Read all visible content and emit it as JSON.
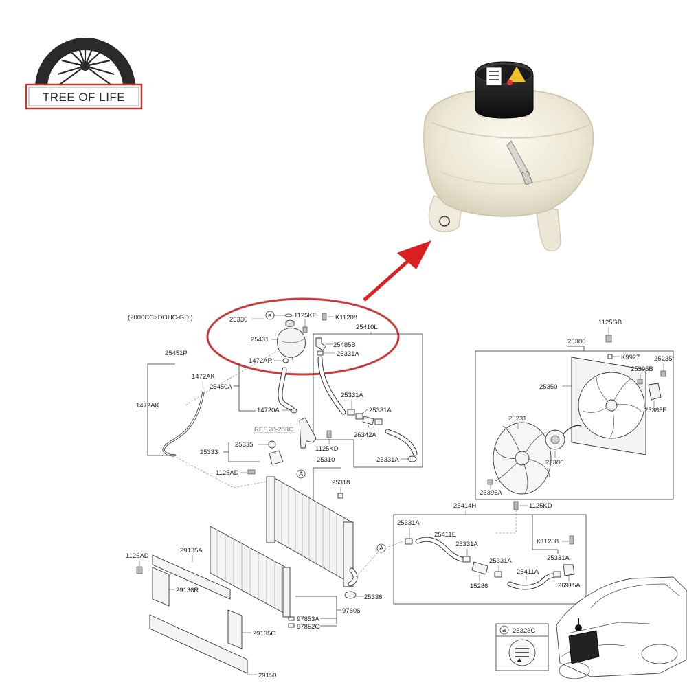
{
  "logo": {
    "brand_text": "TREE OF LIFE"
  },
  "diagram": {
    "variant_label": "(2000CC>DOHC-GDI)",
    "ref_label": "REF.28-283C",
    "circle_marker": "a",
    "section_marker": "A",
    "legend_part": "25328C",
    "labels": {
      "p25330": "25330",
      "p1125KE": "1125KE",
      "pK11208a": "K11208",
      "p25410L": "25410L",
      "p25431": "25431",
      "p25485B": "25485B",
      "p25331Aa": "25331A",
      "p25451P": "25451P",
      "p1472AR": "1472AR",
      "p1472AK": "1472AK",
      "p25450A": "25450A",
      "p1472AKb": "1472AK",
      "p14720A": "14720A",
      "p25331Ab": "25331A",
      "p25331Ac": "25331A",
      "p26342A": "26342A",
      "p1125KDa": "1125KD",
      "p25335": "25335",
      "p25333": "25333",
      "p25310": "25310",
      "p25331Ad": "25331A",
      "p1125ADa": "1125AD",
      "p25318": "25318",
      "p1125ADb": "1125AD",
      "p29135A": "29135A",
      "p29136R": "29136R",
      "p25336": "25336",
      "p97606": "97606",
      "p97853A": "97853A",
      "p97852C": "97852C",
      "p29135C": "29135C",
      "p29150": "29150",
      "p1125GB": "1125GB",
      "p25380": "25380",
      "pK9927": "K9927",
      "p25235": "25235",
      "p25395B": "25395B",
      "p25350": "25350",
      "p25385F": "25385F",
      "p25231": "25231",
      "p25386": "25386",
      "p25395A": "25395A",
      "p25414H": "25414H",
      "p1125KDb": "1125KD",
      "p25331Ae": "25331A",
      "p25411E": "25411E",
      "p25331Af": "25331A",
      "pK11208b": "K11208",
      "p25331Ag": "25331A",
      "p25331Ah": "25331A",
      "p25411A": "25411A",
      "p15286": "15286",
      "p26915A": "26915A"
    }
  },
  "colors": {
    "highlight_ellipse": "#c83a3a",
    "arrow": "#d91f1f",
    "logo_dark": "#2a2a2a",
    "logo_banner_border": "#c0392b"
  }
}
